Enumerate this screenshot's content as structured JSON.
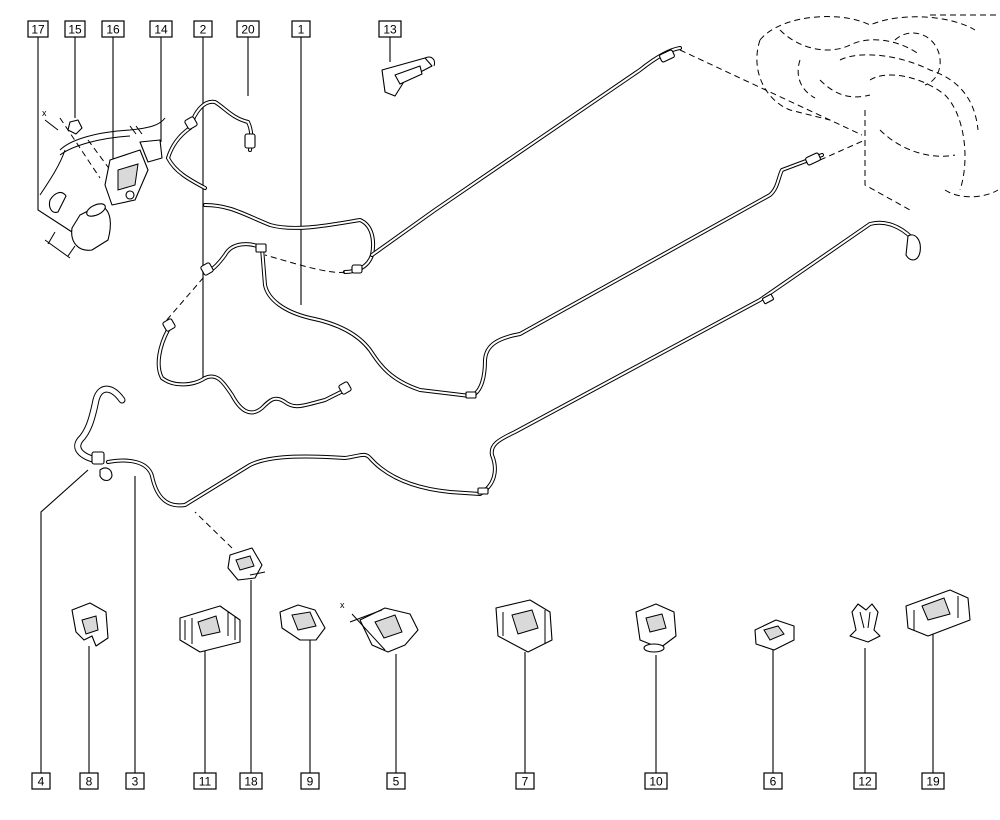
{
  "labels_top": [
    "17",
    "15",
    "16",
    "14",
    "2",
    "20",
    "1",
    "13"
  ],
  "labels_bottom": [
    "4",
    "8",
    "3",
    "11",
    "18",
    "9",
    "5",
    "7",
    "10",
    "6",
    "12",
    "19"
  ],
  "x_marks": [
    "x",
    "x"
  ]
}
